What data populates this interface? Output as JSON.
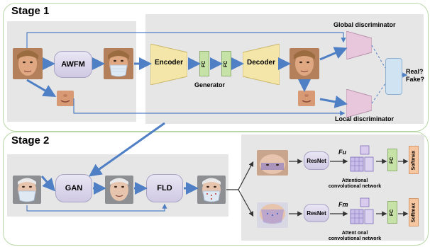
{
  "stage1": {
    "title": "Stage 1",
    "awfm": "AWFM",
    "encoder": "Encoder",
    "decoder": "Decoder",
    "fc": "FC",
    "generator": "Generator",
    "global_discriminator": "Global discriminator",
    "local_discriminator": "Local discriminator",
    "real_fake": "Real? Fake?"
  },
  "stage2": {
    "title": "Stage 2",
    "gan": "GAN",
    "fld": "FLD",
    "resnet": "ResNet",
    "fu": "Fu",
    "fm": "Fm",
    "attn_net_1": "Attentional convolutional network",
    "attn_net_2": "Attent onal convolutional network",
    "fc": "FC",
    "softmax": "Softmax"
  },
  "colors": {
    "stage_border": "#b9d7a6",
    "panel": "#e6e6e6",
    "arrow": "#4f7fc4",
    "box": "#d9d4ea",
    "fc": "#c7e2a6",
    "softmax": "#f6c6a1"
  }
}
